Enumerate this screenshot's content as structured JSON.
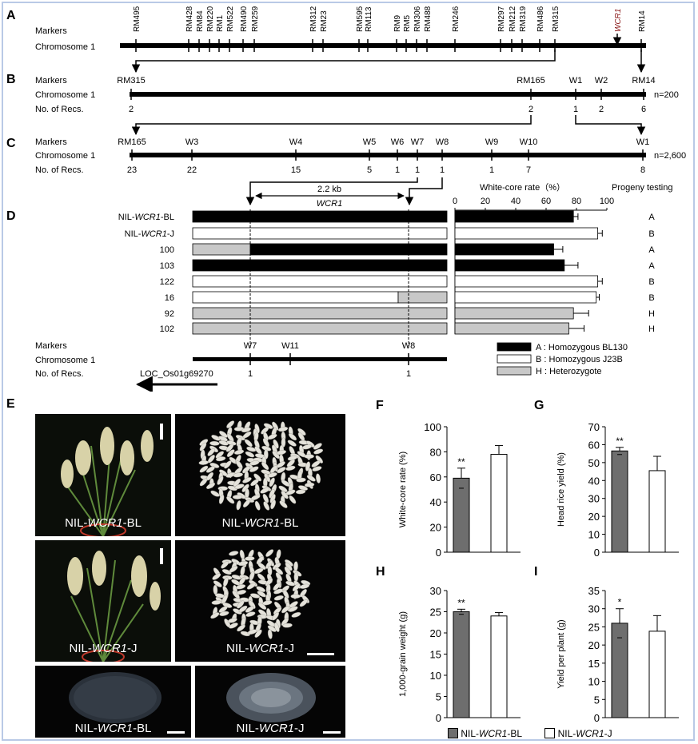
{
  "panel_labels": {
    "A": "A",
    "B": "B",
    "C": "C",
    "D": "D",
    "E": "E",
    "F": "F",
    "G": "G",
    "H": "H",
    "I": "I"
  },
  "row_labels": {
    "markers": "Markers",
    "chromosome": "Chromosome 1",
    "recs": "No. of Recs."
  },
  "panel_a": {
    "markers": [
      "RM495",
      "RM428",
      "RM84",
      "RM220",
      "RM1",
      "RM522",
      "RM490",
      "RM259",
      "RM312",
      "RM23",
      "RM595",
      "RM113",
      "RM9",
      "RM5",
      "RM306",
      "RM488",
      "RM246",
      "RM297",
      "RM212",
      "RM319",
      "RM486",
      "RM315",
      "WCR1",
      "RM14"
    ],
    "gene_color": "#8b1a1a"
  },
  "panel_b": {
    "markers": [
      "RM315",
      "RM165",
      "W1",
      "W2",
      "RM14"
    ],
    "recs": [
      "2",
      "2",
      "1",
      "2",
      "6"
    ],
    "n": "n=200"
  },
  "panel_c": {
    "markers": [
      "RM165",
      "W3",
      "W4",
      "W5",
      "W6",
      "W7",
      "W8",
      "W9",
      "W10",
      "W1"
    ],
    "recs": [
      "23",
      "22",
      "15",
      "5",
      "1",
      "1",
      "1",
      "1",
      "7",
      "8"
    ],
    "n": "n=2,600"
  },
  "panel_d": {
    "kb_label": "2.2 kb",
    "wcr_label": "WCR1",
    "axis_title": "White-core rate（%）",
    "axis_ticks": [
      "0",
      "20",
      "40",
      "60",
      "80",
      "100"
    ],
    "progeny_title": "Progeny testing",
    "lines": [
      {
        "name_pre": "NIL-",
        "name_gene": "WCR1",
        "name_post": "-BL",
        "value": 78,
        "err": 3,
        "progeny": "A"
      },
      {
        "name_pre": "NIL-",
        "name_gene": "WCR1",
        "name_post": "-J",
        "value": 94,
        "err": 3,
        "progeny": "B"
      },
      {
        "name_pre": "",
        "name_gene": "",
        "name_post": "100",
        "value": 65,
        "err": 6,
        "progeny": "A"
      },
      {
        "name_pre": "",
        "name_gene": "",
        "name_post": "103",
        "value": 72,
        "err": 9,
        "progeny": "A"
      },
      {
        "name_pre": "",
        "name_gene": "",
        "name_post": "122",
        "value": 94,
        "err": 3,
        "progeny": "B"
      },
      {
        "name_pre": "",
        "name_gene": "",
        "name_post": "16",
        "value": 93,
        "err": 2,
        "progeny": "B"
      },
      {
        "name_pre": "",
        "name_gene": "",
        "name_post": "92",
        "value": 78,
        "err": 10,
        "progeny": "H"
      },
      {
        "name_pre": "",
        "name_gene": "",
        "name_post": "102",
        "value": 75,
        "err": 10,
        "progeny": "H"
      }
    ],
    "fine_markers": [
      "W7",
      "W11",
      "W8"
    ],
    "fine_recs": [
      "1",
      "1"
    ],
    "loc_label": "LOC_Os01g69270",
    "legend": [
      {
        "key": "A",
        "text": "A : Homozygous BL130",
        "color": "#000000"
      },
      {
        "key": "B",
        "text": "B : Homozygous J23B",
        "color": "#ffffff"
      },
      {
        "key": "H",
        "text": "H : Heterozygote",
        "color": "#c8c8c8"
      }
    ]
  },
  "panel_e": {
    "captions": [
      {
        "pre": "NIL-",
        "gene": "WCR1",
        "post": "-BL"
      },
      {
        "pre": "NIL-",
        "gene": "WCR1",
        "post": "-BL"
      },
      {
        "pre": "NIL-",
        "gene": "WCR1",
        "post": "-J"
      },
      {
        "pre": "NIL-",
        "gene": "WCR1",
        "post": "-J"
      },
      {
        "pre": "NIL-",
        "gene": "WCR1",
        "post": "-BL"
      },
      {
        "pre": "NIL-",
        "gene": "WCR1",
        "post": "-J"
      }
    ]
  },
  "chart_data": [
    {
      "type": "bar",
      "title": "",
      "ylabel": "White-core rate (%)",
      "categories": [
        "NIL-WCR1-BL",
        "NIL-WCR1-J"
      ],
      "values": [
        59,
        78
      ],
      "errors": [
        8,
        7
      ],
      "ylim": [
        0,
        100
      ],
      "ticks": [
        "0",
        "20",
        "40",
        "60",
        "80",
        "100"
      ],
      "significance": "**"
    },
    {
      "type": "bar",
      "title": "",
      "ylabel": "Head rice yield (%)",
      "categories": [
        "NIL-WCR1-BL",
        "NIL-WCR1-J"
      ],
      "values": [
        56.5,
        45.5
      ],
      "errors": [
        2,
        8
      ],
      "ylim": [
        0,
        70
      ],
      "ticks": [
        "0",
        "10",
        "20",
        "30",
        "40",
        "50",
        "60",
        "70"
      ],
      "significance": "**"
    },
    {
      "type": "bar",
      "title": "",
      "ylabel": "1,000-grain weight (g)",
      "categories": [
        "NIL-WCR1-BL",
        "NIL-WCR1-J"
      ],
      "values": [
        25,
        24
      ],
      "errors": [
        0.6,
        0.8
      ],
      "ylim": [
        0,
        30
      ],
      "ticks": [
        "0",
        "5",
        "10",
        "15",
        "20",
        "25",
        "30"
      ],
      "significance": "**"
    },
    {
      "type": "bar",
      "title": "",
      "ylabel": "Yield per plant (g)",
      "categories": [
        "NIL-WCR1-BL",
        "NIL-WCR1-J"
      ],
      "values": [
        26,
        23.8
      ],
      "errors": [
        4,
        4.3
      ],
      "ylim": [
        0,
        35
      ],
      "ticks": [
        "0",
        "5",
        "10",
        "15",
        "20",
        "25",
        "30",
        "35"
      ],
      "significance": "*"
    }
  ],
  "bar_legend": [
    {
      "pre": "NIL-",
      "gene": "WCR1",
      "post": "-BL",
      "color": "#6e6e6e"
    },
    {
      "pre": "NIL-",
      "gene": "WCR1",
      "post": "-J",
      "color": "#ffffff"
    }
  ]
}
